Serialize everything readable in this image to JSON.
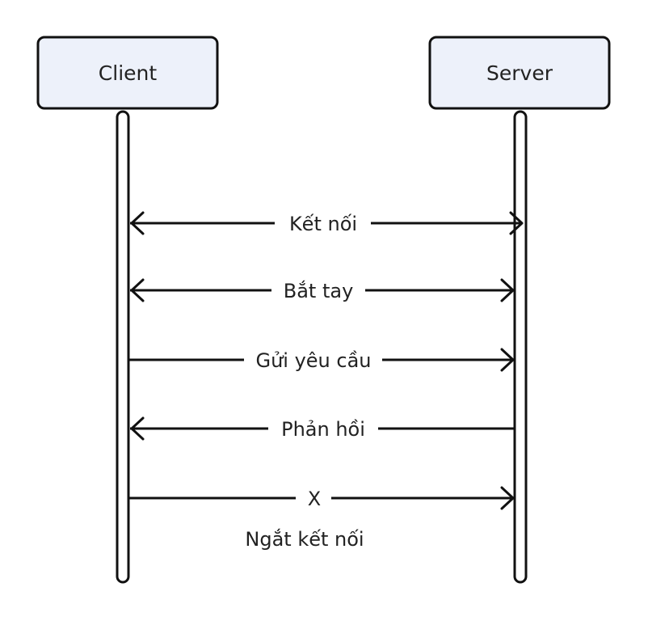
{
  "actors": {
    "client": "Client",
    "server": "Server"
  },
  "messages": [
    {
      "label": "Kết nối",
      "direction": "both"
    },
    {
      "label": "Bắt tay",
      "direction": "both"
    },
    {
      "label": "Gửi yêu cầu",
      "direction": "to-server"
    },
    {
      "label": "Phản hồi",
      "direction": "to-client"
    },
    {
      "label": "X",
      "direction": "to-server"
    }
  ],
  "note": "Ngắt kết nối",
  "colors": {
    "actor_fill": "#edf1fa",
    "stroke": "#111111",
    "text": "#222222"
  }
}
